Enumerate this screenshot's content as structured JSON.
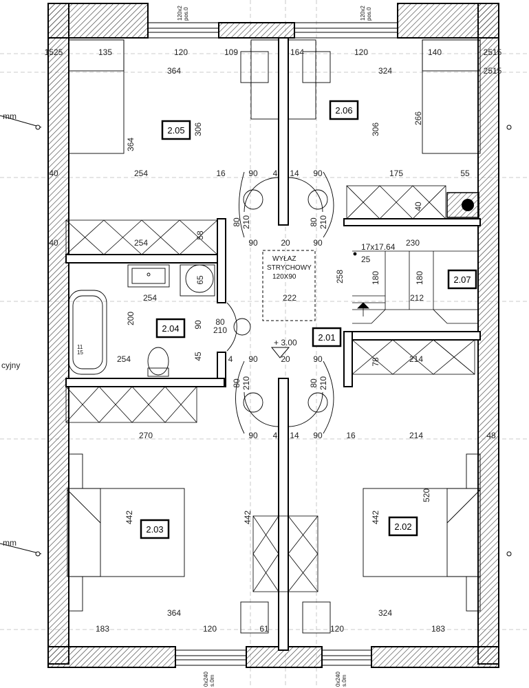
{
  "rooms": [
    "2.05",
    "2.06",
    "2.04",
    "2.07",
    "2.01",
    "2.03",
    "2.02"
  ],
  "hatch_label": [
    "WYŁAZ",
    "STRYCHOWY",
    "120X90"
  ],
  "level_label": "+ 3.00",
  "stair_label": {
    "line1": "17x17.64",
    "line2": "25"
  },
  "small_labels": [
    "11",
    "15"
  ],
  "edge_labels": [
    "mm",
    "mm",
    "cyjny"
  ],
  "dimensions": {
    "top_row1": [
      "135",
      "120",
      "109",
      "164",
      "120",
      "140"
    ],
    "top_row2": [
      "364",
      "324"
    ],
    "left_corner": "1525",
    "right_corner": "2515",
    "right_corner2": "2515",
    "v_205": [
      "364",
      "306"
    ],
    "v_206": [
      "306",
      "266"
    ],
    "row_254": [
      "254",
      "16",
      "90",
      "4",
      "14",
      "90",
      "175",
      "55"
    ],
    "corr_vertical": [
      "80",
      "210",
      "80",
      "210"
    ],
    "r58": "58",
    "r40": "40",
    "wc_row": [
      "254",
      "90",
      "20",
      "90",
      "230"
    ],
    "v65": "65",
    "v258": "258",
    "v180a": "180",
    "v180b": "180",
    "r222": "222",
    "r212": "212",
    "bath_row": "254",
    "v200": "200",
    "v90": "90",
    "door_204": [
      "80",
      "210"
    ],
    "v45": "45",
    "row_254b": [
      "254",
      "4",
      "90",
      "20",
      "90"
    ],
    "v78": "78",
    "r214": "214",
    "door_bottom": [
      "80",
      "210",
      "80",
      "210"
    ],
    "row_270": [
      "270",
      "90",
      "4",
      "14",
      "90",
      "16",
      "214",
      "48"
    ],
    "v442": [
      "442",
      "442",
      "442"
    ],
    "v520": "520",
    "bottom_row1": [
      "364",
      "324"
    ],
    "bottom_row2": [
      "183",
      "120",
      "61",
      "120",
      "183"
    ],
    "top_window_labels": [
      "120x2",
      "pos.0",
      "120x2",
      "pos.0"
    ],
    "bottom_window_labels": [
      "0x240",
      "s.0m",
      "0x240",
      "s.0m"
    ],
    "corner_marks": [
      "40",
      "40"
    ]
  }
}
